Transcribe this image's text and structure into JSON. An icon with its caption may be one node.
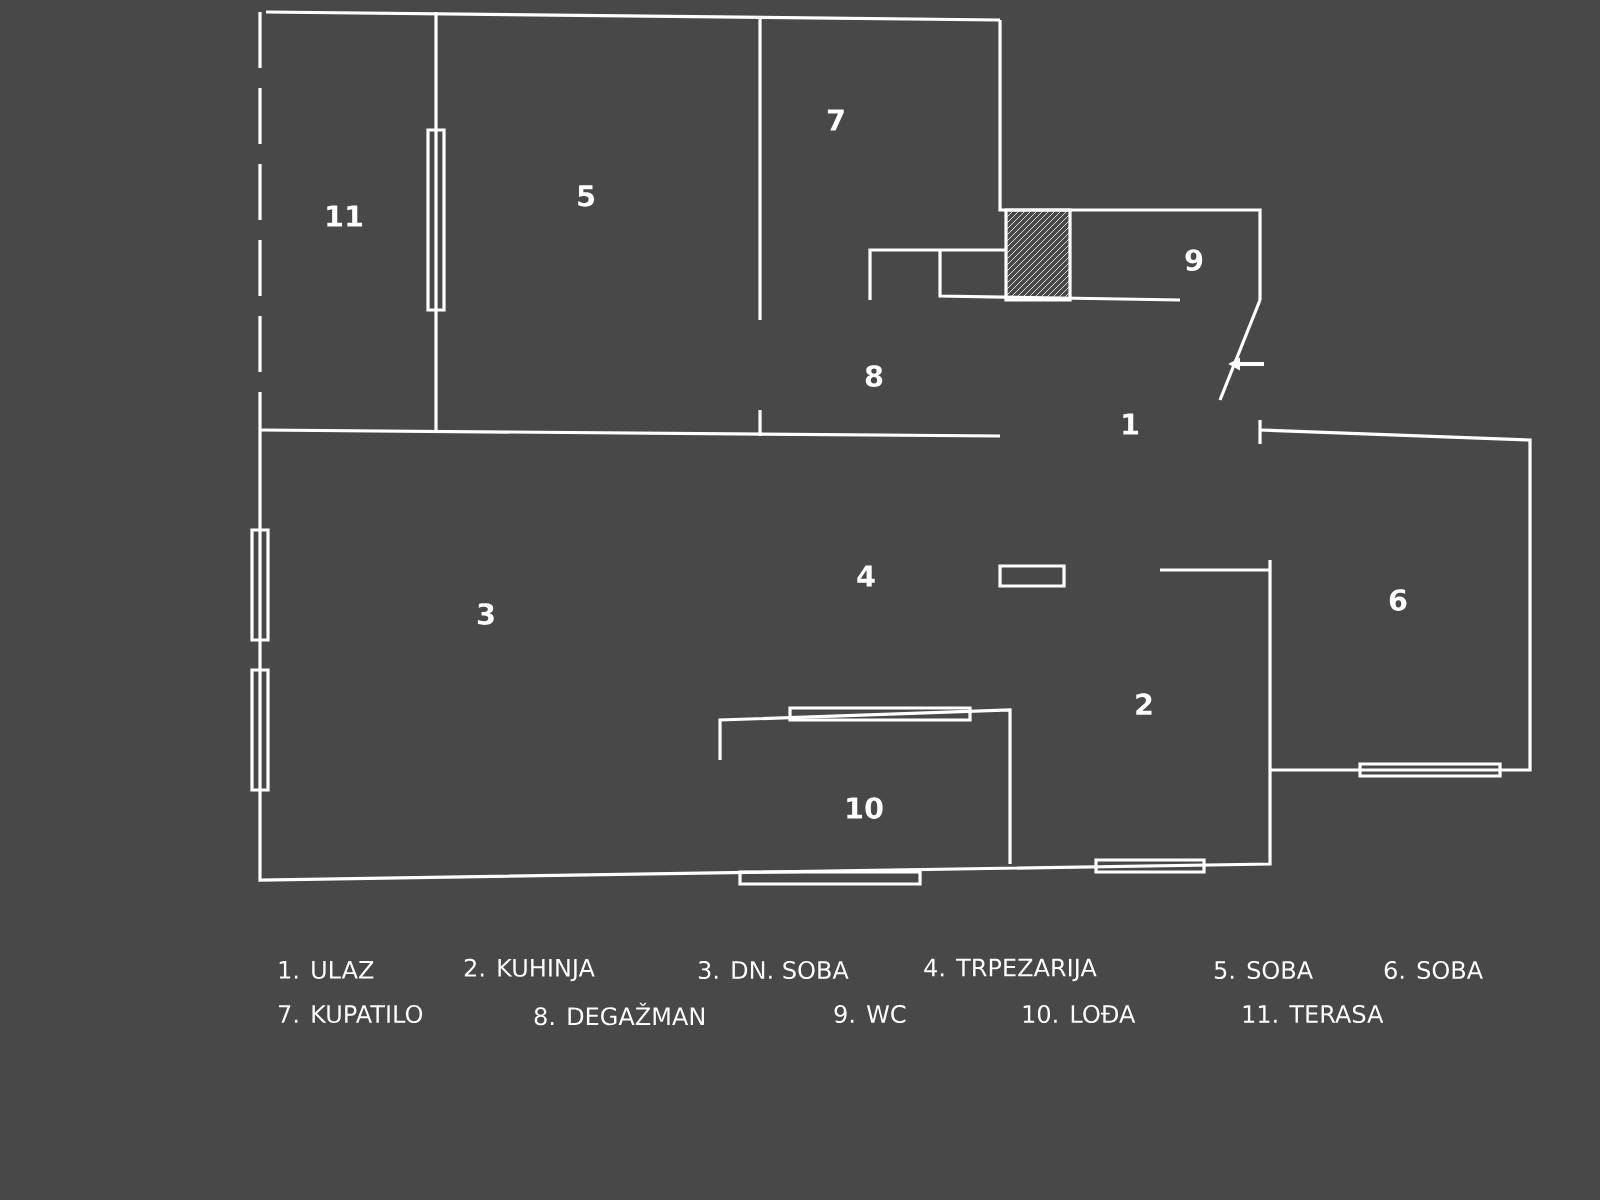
{
  "diagram": {
    "labels": [
      "7",
      "5",
      "11",
      "9",
      "8",
      "1",
      "4",
      "3",
      "6",
      "2",
      "10",
      "1. ULAZ",
      "2. KUHINJA",
      "3. DN. SOBA",
      "4. TRPEZARIJA",
      "5. SOBA",
      "6. SOBA",
      "7. KUPATILO",
      "8. DEGAŽMAN",
      "9. WC",
      "10. LOĐA",
      "11. TERASA"
    ]
  }
}
